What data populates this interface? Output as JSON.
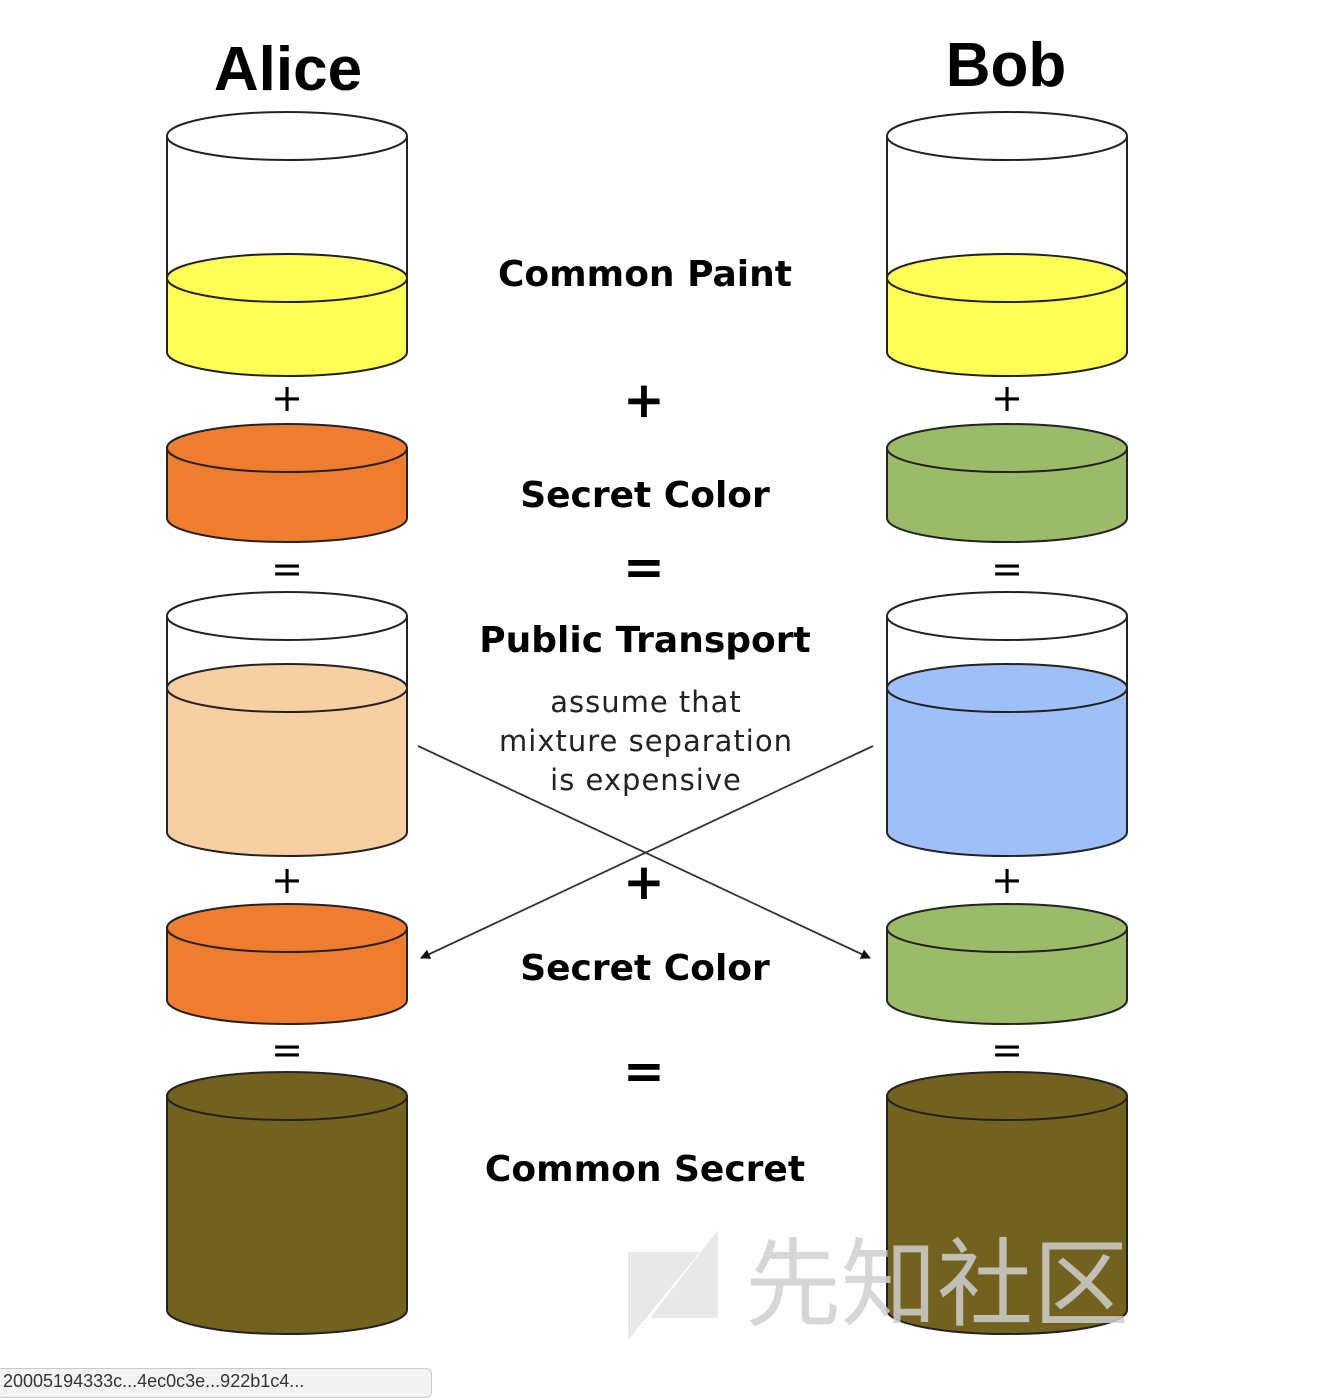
{
  "people": {
    "left": "Alice",
    "right": "Bob"
  },
  "labels": {
    "common_paint": "Common Paint",
    "secret_color_1": "Secret Color",
    "public_transport": "Public Transport",
    "note_line1": "assume that",
    "note_line2": "mixture separation",
    "note_line3": "is expensive",
    "secret_color_2": "Secret Color",
    "common_secret": "Common Secret"
  },
  "operators": {
    "plus": "+",
    "equals": "="
  },
  "colors": {
    "common_paint": "#ffff55",
    "alice_secret": "#f07c30",
    "bob_secret": "#9bbb6a",
    "alice_public": "#f7cfa3",
    "bob_public": "#9fbff8",
    "common_secret": "#736120",
    "outline": "#222222"
  },
  "watermark": "先知社区",
  "status_text": "20005194333c...4ec0c3e...922b1c4..."
}
